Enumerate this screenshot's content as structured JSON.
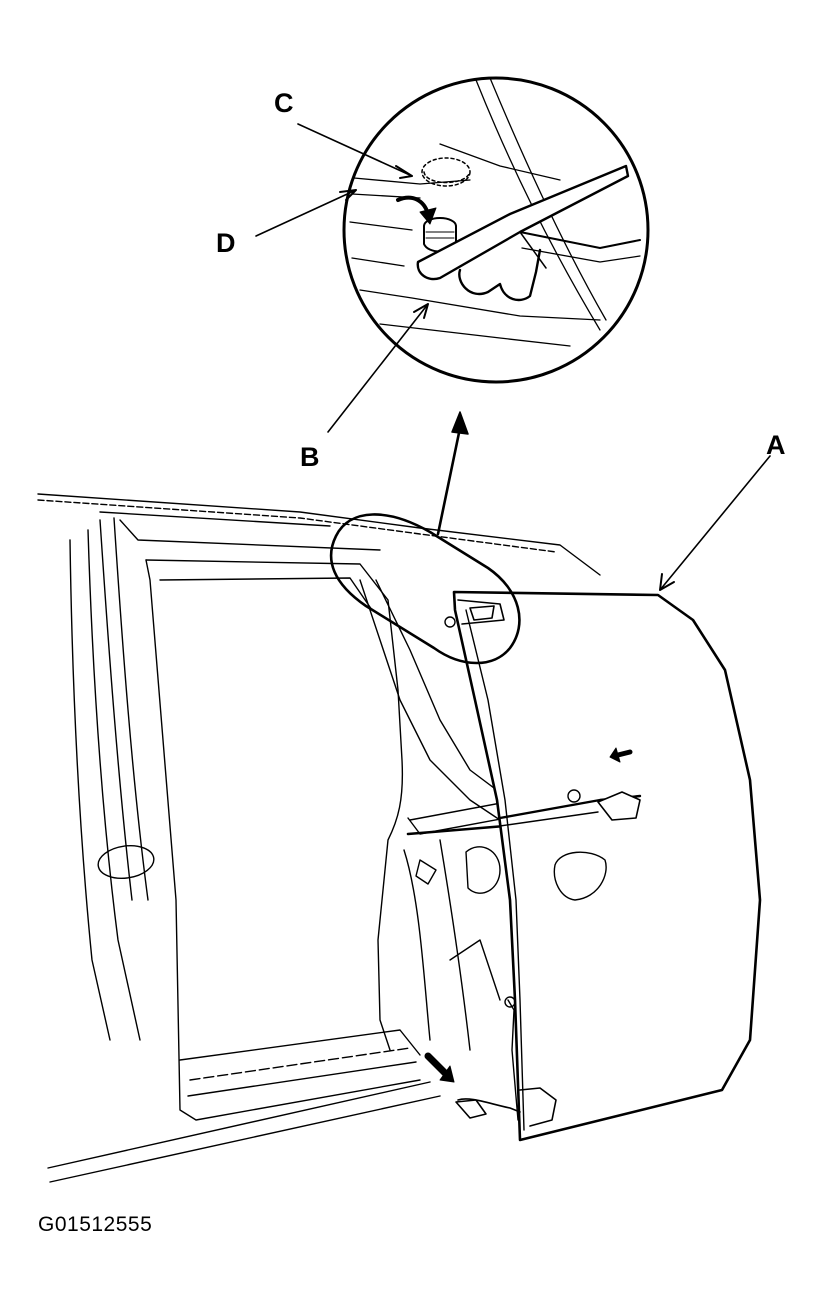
{
  "diagram": {
    "callouts": {
      "a": "A",
      "b": "B",
      "c": "C",
      "d": "D"
    },
    "figure_id": "G01512555"
  },
  "colors": {
    "ink": "#000000",
    "paper": "#ffffff"
  }
}
